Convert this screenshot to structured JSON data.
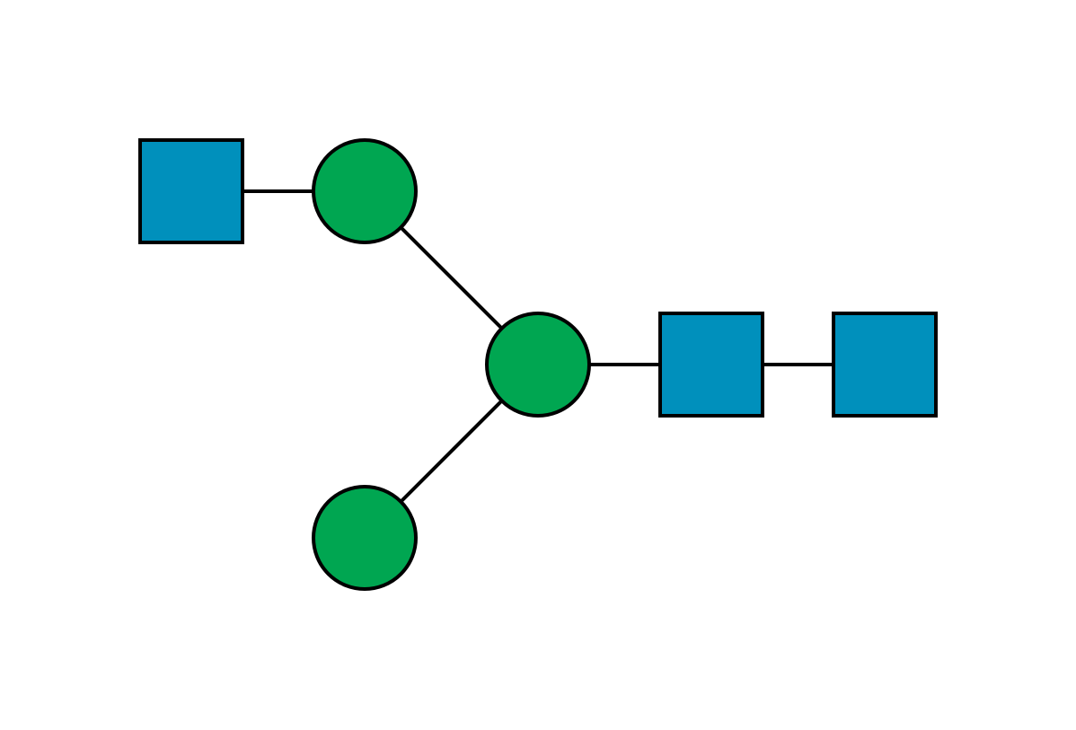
{
  "glycan": {
    "colors": {
      "square_fill": "#0090BC",
      "circle_fill": "#00A651",
      "outline": "#000000",
      "background": "#FFFFFF"
    },
    "residues": [
      {
        "id": "square-top-left",
        "shape": "square",
        "icon": "blue-square-icon"
      },
      {
        "id": "circle-top",
        "shape": "circle",
        "icon": "green-circle-icon"
      },
      {
        "id": "circle-center",
        "shape": "circle",
        "icon": "green-circle-icon"
      },
      {
        "id": "circle-bottom",
        "shape": "circle",
        "icon": "green-circle-icon"
      },
      {
        "id": "square-right-1",
        "shape": "square",
        "icon": "blue-square-icon"
      },
      {
        "id": "square-right-2",
        "shape": "square",
        "icon": "blue-square-icon"
      }
    ],
    "links": [
      {
        "from": "square-top-left",
        "to": "circle-top"
      },
      {
        "from": "circle-top",
        "to": "circle-center"
      },
      {
        "from": "circle-bottom",
        "to": "circle-center"
      },
      {
        "from": "circle-center",
        "to": "square-right-1"
      },
      {
        "from": "square-right-1",
        "to": "square-right-2"
      }
    ]
  }
}
